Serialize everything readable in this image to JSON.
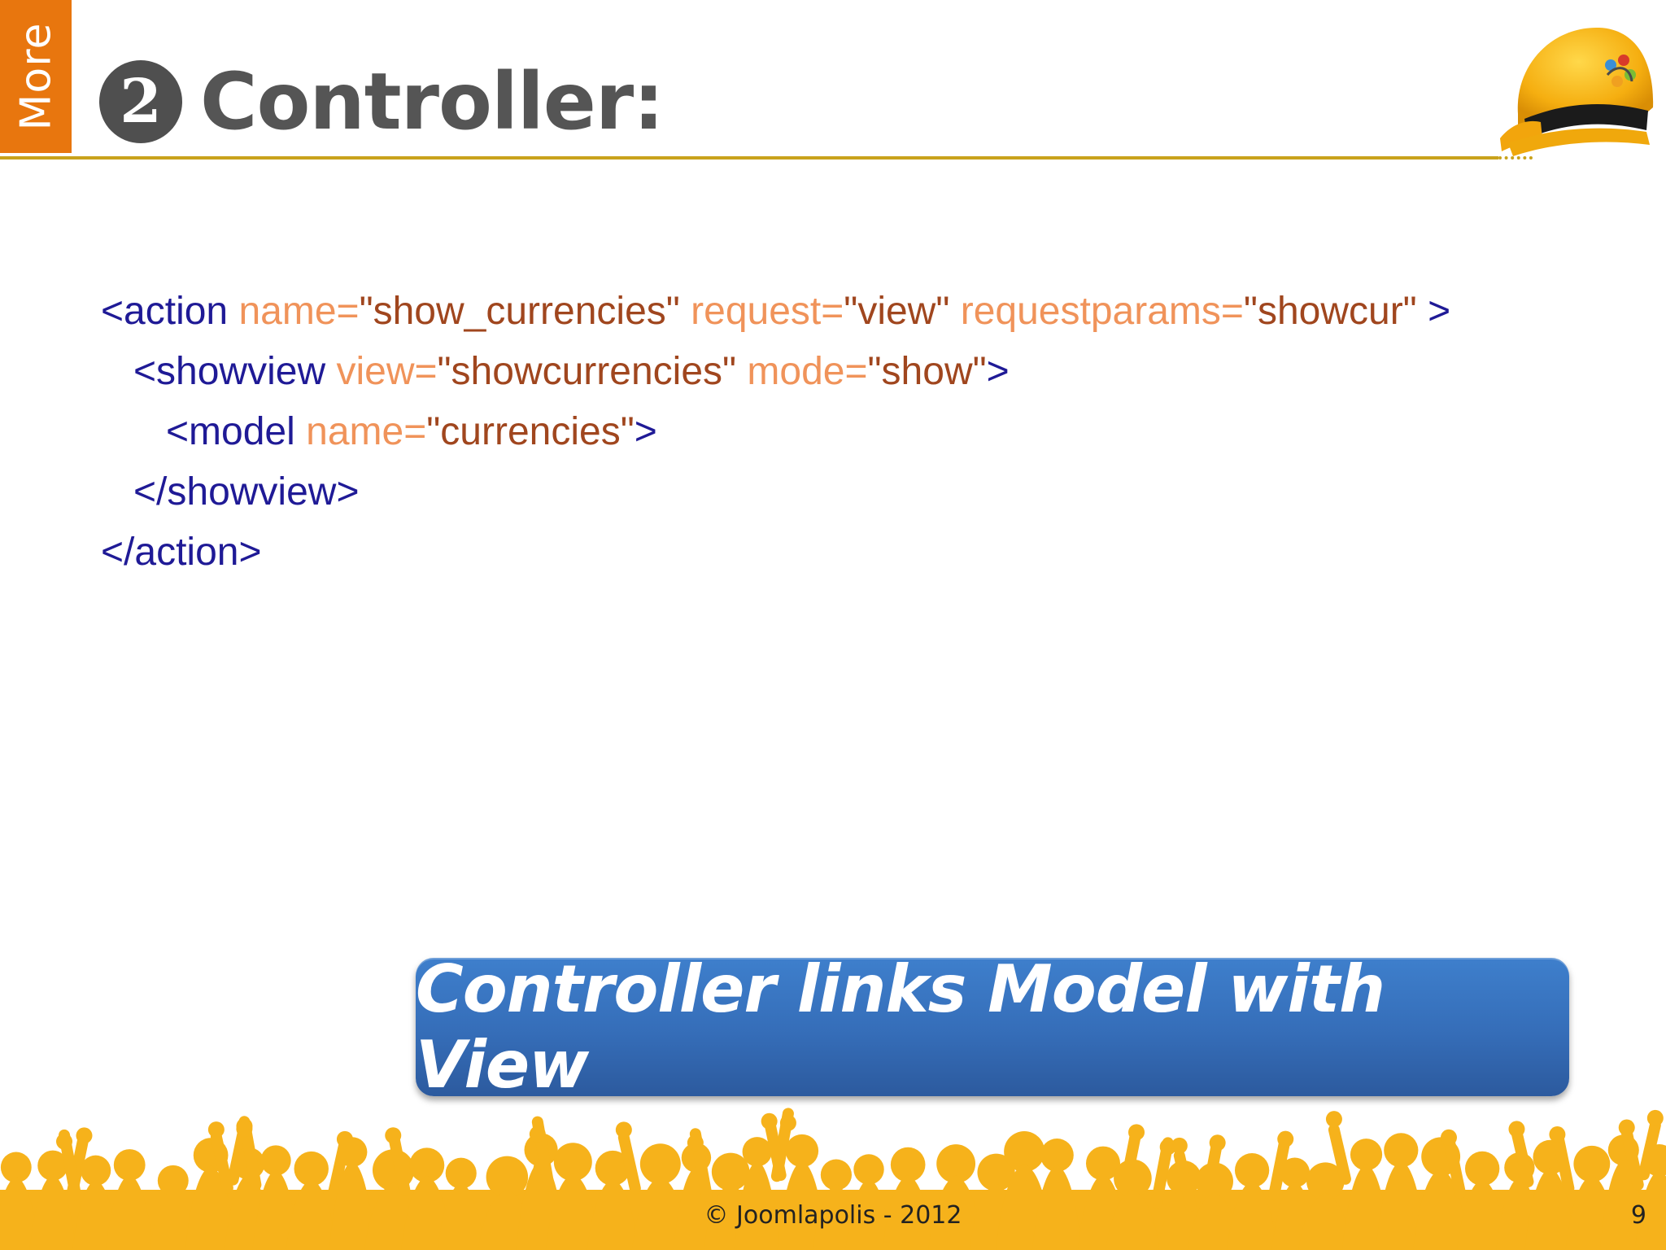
{
  "side_tab": {
    "label": "More"
  },
  "title": {
    "badge": "2",
    "text": "Controller:"
  },
  "code_lines": [
    {
      "tokens": [
        {
          "kind": "tag",
          "text": "<action "
        },
        {
          "kind": "attr",
          "text": "name="
        },
        {
          "kind": "val",
          "text": "\"show_currencies\" "
        },
        {
          "kind": "attr",
          "text": "request="
        },
        {
          "kind": "val",
          "text": "\"view\" "
        },
        {
          "kind": "attr",
          "text": "requestparams="
        },
        {
          "kind": "val",
          "text": "\"showcur\" "
        },
        {
          "kind": "tag",
          "text": ">"
        }
      ]
    },
    {
      "tokens": [
        {
          "kind": "tag",
          "text": "   <showview "
        },
        {
          "kind": "attr",
          "text": "view="
        },
        {
          "kind": "val",
          "text": "\"showcurrencies\" "
        },
        {
          "kind": "attr",
          "text": "mode="
        },
        {
          "kind": "val",
          "text": "\"show\""
        },
        {
          "kind": "tag",
          "text": ">"
        }
      ]
    },
    {
      "tokens": [
        {
          "kind": "tag",
          "text": "      <model "
        },
        {
          "kind": "attr",
          "text": "name="
        },
        {
          "kind": "val",
          "text": "\"currencies\""
        },
        {
          "kind": "tag",
          "text": ">"
        }
      ]
    },
    {
      "tokens": [
        {
          "kind": "tag",
          "text": "   </showview>"
        }
      ]
    },
    {
      "tokens": [
        {
          "kind": "tag",
          "text": "</action>"
        }
      ]
    }
  ],
  "banner": {
    "text": "Controller links Model with View"
  },
  "footer": {
    "copyright": "© Joomlapolis - 2012",
    "page_number": "9"
  },
  "colors": {
    "tab_orange": "#e8760e",
    "rule_gold": "#c9a21b",
    "code_tag": "#1f1a96",
    "code_attr": "#f0935a",
    "code_value": "#a0461e",
    "banner_blue": "#356db8",
    "crowd_yellow": "#f6b21b"
  }
}
